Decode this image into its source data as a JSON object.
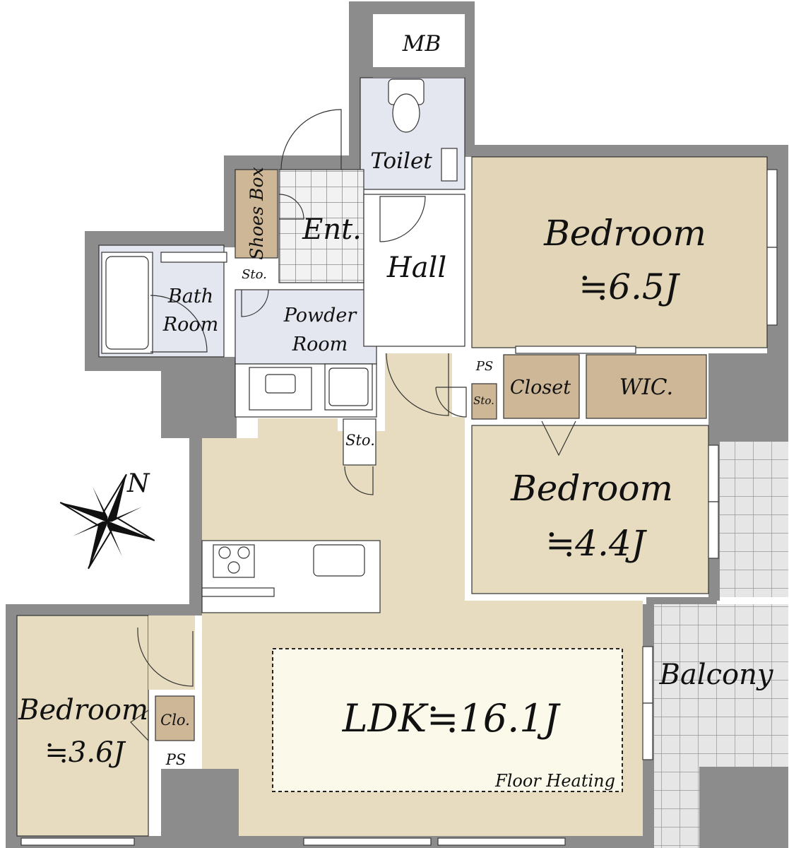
{
  "rooms": {
    "mb": "MB",
    "toilet": "Toilet",
    "shoes_box": "Shoes Box",
    "entrance": "Ent.",
    "hall": "Hall",
    "bath_line1": "Bath",
    "bath_line2": "Room",
    "powder_line1": "Powder",
    "powder_line2": "Room",
    "storage_entrance": "Sto.",
    "storage_kitchen": "Sto.",
    "storage_hall": "Sto.",
    "ps_hall": "PS",
    "ps_bedroom3": "PS",
    "closet": "Closet",
    "wic": "WIC.",
    "closet_bedroom3": "Clo.",
    "bedroom1_name": "Bedroom",
    "bedroom1_size": "≒6.5J",
    "bedroom2_name": "Bedroom",
    "bedroom2_size": "≒4.4J",
    "bedroom3_name": "Bedroom",
    "bedroom3_size": "≒3.6J",
    "ldk": "LDK≒16.1J",
    "floor_heating": "Floor Heating",
    "balcony": "Balcony"
  },
  "compass": {
    "north_label": "N"
  },
  "colors": {
    "wall": "#8c8c8c",
    "wood_floor": "#e8dcc0",
    "bedroom1_floor": "#e3d6b8",
    "storage_floor": "#cdb796",
    "wet_area_floor": "#e4e7ef",
    "ldk_heating_area": "#fbfaea",
    "tile_grid": "#9a9a9a"
  }
}
